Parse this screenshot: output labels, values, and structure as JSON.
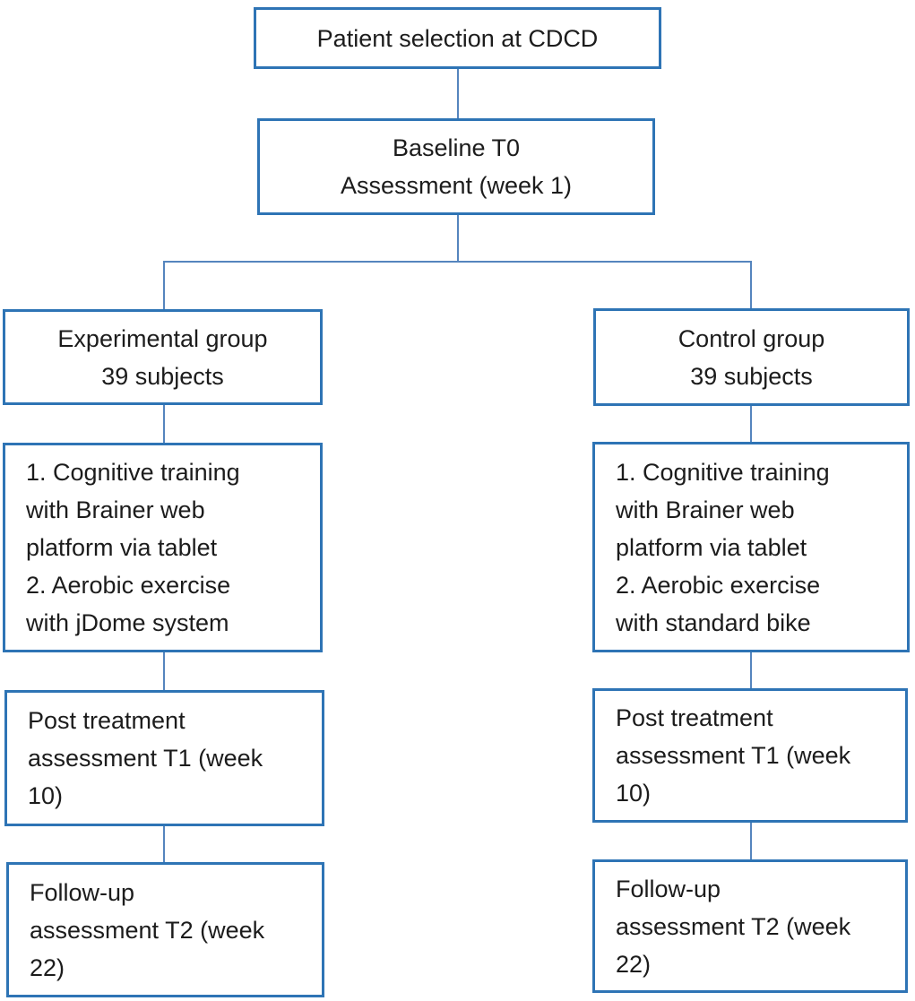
{
  "colors": {
    "box_border": "#2e74b5",
    "connector_line": "#5585be",
    "text": "#1c1c1c",
    "background": "#ffffff"
  },
  "flowchart": {
    "patient_selection": {
      "lines": [
        "Patient selection at CDCD"
      ]
    },
    "baseline": {
      "lines": [
        "Baseline T0",
        "Assessment (week 1)"
      ]
    },
    "experimental_group": {
      "lines": [
        "Experimental group",
        "39 subjects"
      ]
    },
    "control_group": {
      "lines": [
        "Control group",
        "39 subjects"
      ]
    },
    "experimental_treatment": {
      "lines": [
        "1. Cognitive training",
        "with Brainer web",
        "platform via tablet",
        "2. Aerobic exercise",
        "with jDome system"
      ]
    },
    "control_treatment": {
      "lines": [
        "1. Cognitive training",
        "with Brainer web",
        "platform via tablet",
        "2. Aerobic exercise",
        "with standard bike"
      ]
    },
    "experimental_post_treatment": {
      "lines": [
        "Post treatment",
        "assessment T1 (week",
        "10)"
      ]
    },
    "control_post_treatment": {
      "lines": [
        "Post treatment",
        "assessment T1 (week",
        "10)"
      ]
    },
    "experimental_followup": {
      "lines": [
        "Follow-up",
        "assessment T2 (week",
        "22)"
      ]
    },
    "control_followup": {
      "lines": [
        "Follow-up",
        "assessment T2 (week",
        "22)"
      ]
    }
  }
}
